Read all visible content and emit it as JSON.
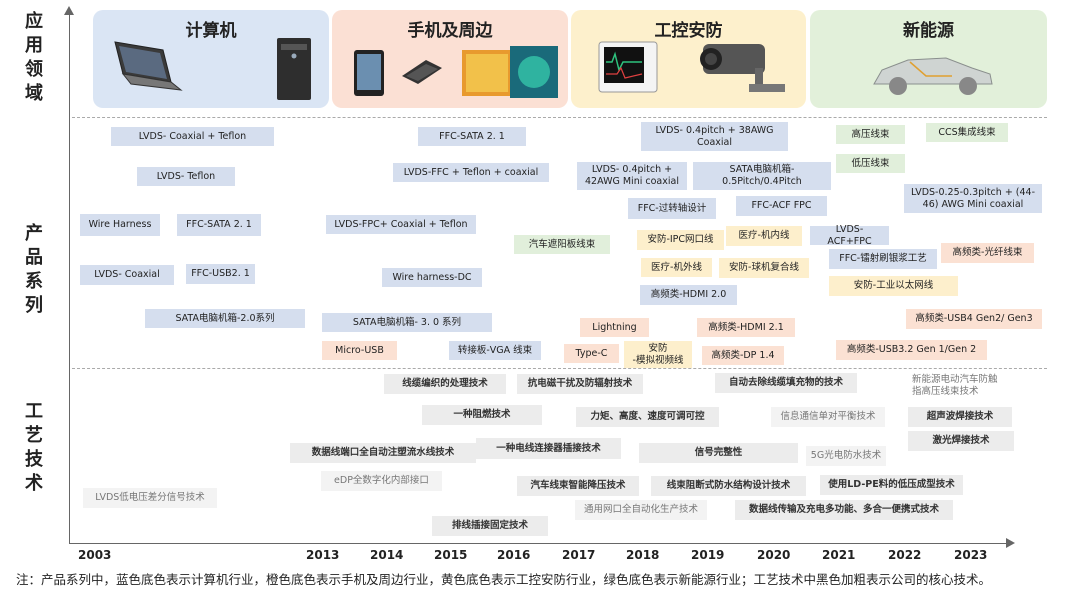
{
  "row_labels": {
    "application": "应\n用\n领\n域",
    "products": "产\n品\n系\n列",
    "technology": "工\n艺\n技\n术"
  },
  "years": [
    "2003",
    "2013",
    "2014",
    "2015",
    "2016",
    "2017",
    "2018",
    "2019",
    "2020",
    "2021",
    "2022",
    "2023"
  ],
  "domains": {
    "computer": {
      "title": "计算机",
      "color": "#dae5f4"
    },
    "phone": {
      "title": "手机及周边",
      "color": "#fbe0d4"
    },
    "security": {
      "title": "工控安防",
      "color": "#fdf0cc"
    },
    "energy": {
      "title": "新能源",
      "color": "#e2f0da"
    }
  },
  "products": [
    {
      "text": "LVDS- Coaxial + Teflon",
      "cat": "blue"
    },
    {
      "text": "LVDS- Teflon",
      "cat": "blue"
    },
    {
      "text": "Wire Harness",
      "cat": "blue"
    },
    {
      "text": "FFC-SATA 2. 1",
      "cat": "blue"
    },
    {
      "text": "LVDS- Coaxial",
      "cat": "blue"
    },
    {
      "text": "FFC-USB2. 1",
      "cat": "blue"
    },
    {
      "text": "SATA电脑机箱-2.0系列",
      "cat": "blue"
    },
    {
      "text": "FFC-SATA 2. 1",
      "cat": "blue"
    },
    {
      "text": "LVDS-FFC + Teflon + coaxial",
      "cat": "blue"
    },
    {
      "text": "LVDS-FPC+ Coaxial + Teflon",
      "cat": "blue"
    },
    {
      "text": "Wire harness-DC",
      "cat": "blue"
    },
    {
      "text": "SATA电脑机箱- 3. 0 系列",
      "cat": "blue"
    },
    {
      "text": "Micro-USB",
      "cat": "orange"
    },
    {
      "text": "转接板-VGA 线束",
      "cat": "blue"
    },
    {
      "text": "汽车遮阳板线束",
      "cat": "green"
    },
    {
      "text": "LVDS- 0.4pitch + 38AWG\nCoaxial",
      "cat": "blue"
    },
    {
      "text": "LVDS- 0.4pitch +\n42AWG Mini coaxial",
      "cat": "blue"
    },
    {
      "text": "SATA电脑机箱-\n0.5Pitch/0.4Pitch",
      "cat": "blue"
    },
    {
      "text": "FFC-过转轴设计",
      "cat": "blue"
    },
    {
      "text": "FFC-ACF FPC",
      "cat": "blue"
    },
    {
      "text": "安防-IPC网口线",
      "cat": "yellow"
    },
    {
      "text": "医疗-机内线",
      "cat": "yellow"
    },
    {
      "text": "医疗-机外线",
      "cat": "yellow"
    },
    {
      "text": "安防-球机复合线",
      "cat": "yellow"
    },
    {
      "text": "高频类-HDMI 2.0",
      "cat": "blue"
    },
    {
      "text": "Lightning",
      "cat": "orange"
    },
    {
      "text": "高频类-HDMI 2.1",
      "cat": "orange"
    },
    {
      "text": "Type-C",
      "cat": "orange"
    },
    {
      "text": "安防\n-模拟视频线",
      "cat": "yellow"
    },
    {
      "text": "高频类-DP 1.4",
      "cat": "orange"
    },
    {
      "text": "高压线束",
      "cat": "green"
    },
    {
      "text": "CCS集成线束",
      "cat": "green"
    },
    {
      "text": "低压线束",
      "cat": "green"
    },
    {
      "text": "LVDS-0.25-0.3pitch + (44-\n46) AWG Mini coaxial",
      "cat": "blue"
    },
    {
      "text": "LVDS-ACF+FPC",
      "cat": "blue"
    },
    {
      "text": "FFC-镭射刷银浆工艺",
      "cat": "blue"
    },
    {
      "text": "高频类-光纤线束",
      "cat": "orange"
    },
    {
      "text": "安防-工业以太网线",
      "cat": "yellow"
    },
    {
      "text": "高频类-USB4 Gen2/ Gen3",
      "cat": "orange"
    },
    {
      "text": "高频类-USB3.2 Gen 1/Gen 2",
      "cat": "orange"
    }
  ],
  "technologies": [
    {
      "text": "线缆编织的处理技术",
      "core": true
    },
    {
      "text": "抗电磁干扰及防辐射技术",
      "core": true
    },
    {
      "text": "自动去除线缆填充物的技术",
      "core": true
    },
    {
      "text": "新能源电动汽车防触\n指高压线束技术",
      "core": false
    },
    {
      "text": "一种阻燃技术",
      "core": true
    },
    {
      "text": "力矩、高度、速度可调可控",
      "core": true
    },
    {
      "text": "信息通信单对平衡技术",
      "core": false
    },
    {
      "text": "超声波焊接技术",
      "core": true
    },
    {
      "text": "激光焊接技术",
      "core": true
    },
    {
      "text": "数据线端口全自动注塑流水线技术",
      "core": true
    },
    {
      "text": "一种电线连接器插接技术",
      "core": true
    },
    {
      "text": "信号完整性",
      "core": true
    },
    {
      "text": "5G光电防水技术",
      "core": false
    },
    {
      "text": "eDP全数字化内部接口",
      "core": false
    },
    {
      "text": "汽车线束智能降压技术",
      "core": true
    },
    {
      "text": "线束阻断式防水结构设计技术",
      "core": true
    },
    {
      "text": "使用LD-PE料的低压成型技术",
      "core": true
    },
    {
      "text": "LVDS低电压差分信号技术",
      "core": false
    },
    {
      "text": "通用网口全自动化生产技术",
      "core": false
    },
    {
      "text": "数据线传输及充电多功能、多合一便携式技术",
      "core": true
    },
    {
      "text": "排线插接固定技术",
      "core": true
    }
  ],
  "note": "注：产品系列中，蓝色底色表示计算机行业，橙色底色表示手机及周边行业，黄色底色表示工控安防行业，绿色底色表示新能源行业；工艺技术中黑色加粗表示公司的核心技术。"
}
